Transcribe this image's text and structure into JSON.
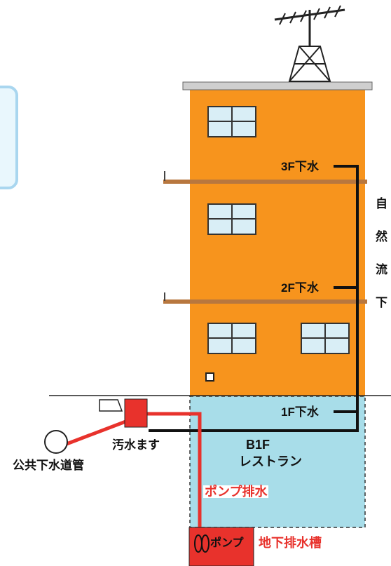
{
  "labels": {
    "floor3_drain": "3F下水",
    "floor2_drain": "2F下水",
    "floor1_drain": "1F下水",
    "b1f_line1": "B1F",
    "b1f_line2": "レストラン",
    "sewage_basin": "汚水ます",
    "public_sewer": "公共下水道管",
    "pump_drainage": "ポンプ排水",
    "pump": "ポンプ",
    "underground_tank": "地下排水槽"
  },
  "natural_flow": [
    "自",
    "然",
    "流",
    "下"
  ],
  "colors": {
    "building": "#f7941d",
    "basement": "#a8dde9",
    "pump_pipe": "#e8322c",
    "window_glass": "#d9eef6",
    "floor_slab": "#b8773e",
    "callout_border": "#a9d6ef",
    "callout_fill": "#e9f7fd"
  }
}
